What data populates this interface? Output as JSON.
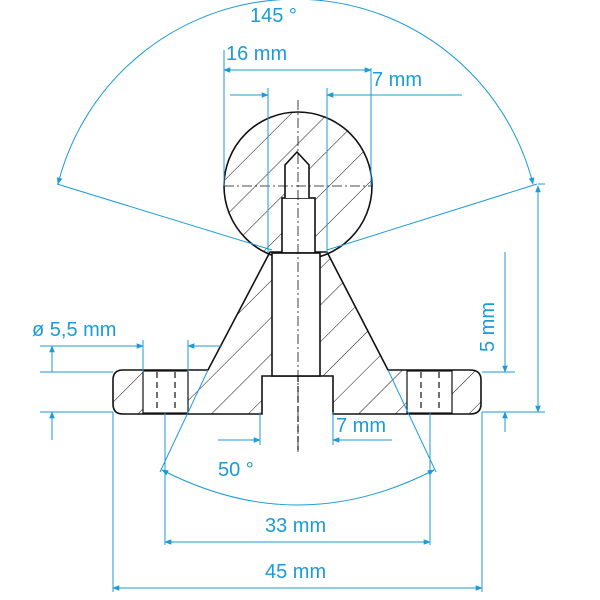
{
  "colors": {
    "dimension": "#1b9bd7",
    "outline": "#111111",
    "background": "#ffffff"
  },
  "dimensions": {
    "angle_top": "145 °",
    "ball_diameter": "16 mm",
    "pin_width_top": "7 mm",
    "hole_diameter": "ø 5,5 mm",
    "height_right": "5 mm",
    "pin_width_bottom": "7 mm",
    "angle_bottom": "50 °",
    "hole_spacing": "33 mm",
    "overall_width": "45 mm"
  }
}
